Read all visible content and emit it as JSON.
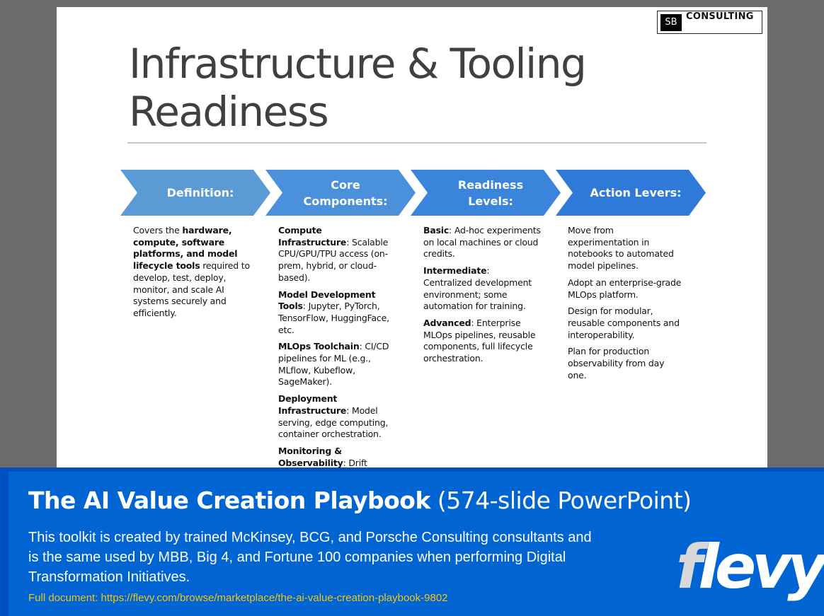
{
  "slide": {
    "logo": {
      "mark": "SB",
      "name": "CONSULTING"
    },
    "title_line1": "Infrastructure & Tooling",
    "title_line2": "Readiness",
    "chevrons": [
      {
        "label": "Definition:",
        "color": "#5b9bd5"
      },
      {
        "label": "Core Components:",
        "color": "#4a90db"
      },
      {
        "label": "Readiness Levels:",
        "color": "#3a84dc"
      },
      {
        "label": "Action Levers:",
        "color": "#2f79d8"
      }
    ],
    "definition": {
      "t1": "Covers the ",
      "b1": "hardware, compute, software platforms, and model lifecycle tools",
      "t2": " required to develop, test, deploy, monitor, and scale AI systems securely and efficiently."
    },
    "core_components": [
      {
        "term": "Compute Infrastructure",
        "desc": ": Scalable CPU/GPU/TPU access (on-prem, hybrid, or cloud-based)."
      },
      {
        "term": "Model Development Tools",
        "desc": ": Jupyter, PyTorch, TensorFlow, HuggingFace, etc."
      },
      {
        "term": "MLOps Toolchain",
        "desc": ": CI/CD pipelines for ML (e.g., MLflow, Kubeflow, SageMaker)."
      },
      {
        "term": "Deployment Infrastructure",
        "desc": ": Model serving, edge computing, container orchestration."
      },
      {
        "term": "Monitoring & Observability",
        "desc": ": Drift detection, performance"
      }
    ],
    "readiness_levels": [
      {
        "term": "Basic",
        "desc": ": Ad-hoc experiments on local machines or cloud credits."
      },
      {
        "term": "Intermediate",
        "desc": ": Centralized development environment; some automation for training."
      },
      {
        "term": "Advanced",
        "desc": ": Enterprise MLOps pipelines, reusable components, full lifecycle orchestration."
      }
    ],
    "action_levers": [
      "Move from experimentation in notebooks to automated model pipelines.",
      "Adopt an enterprise-grade MLOps platform.",
      "Design for modular, reusable components and interoperability.",
      "Plan for production observability from day one."
    ]
  },
  "banner": {
    "title_bold": "The AI Value Creation Playbook",
    "title_rest": " (574-slide PowerPoint)",
    "description": "This toolkit is created by trained McKinsey, BCG, and Porsche Consulting consultants and is the same used by MBB, Big 4, and Fortune 100 companies when performing Digital Transformation Initiatives.",
    "link": "Full document: https://flevy.com/browse/marketplace/the-ai-value-creation-playbook-9802",
    "brand_f": "f",
    "brand_rest": "levy"
  }
}
